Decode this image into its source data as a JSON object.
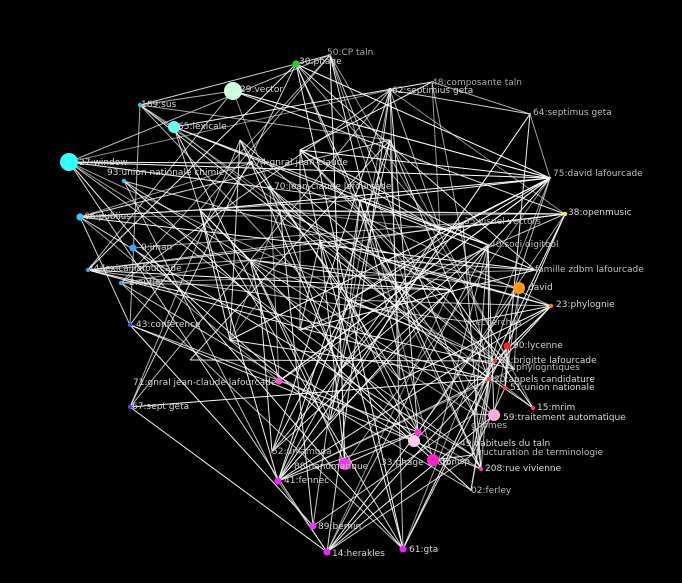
{
  "colors": {
    "background": "#000000",
    "edge": "#ffffff"
  },
  "nodes": [
    {
      "id": "n50",
      "label": "50:CP taln",
      "color": "#9a9a9a",
      "size": 0
    },
    {
      "id": "n30",
      "label": "30:phage",
      "color": "#22cc33",
      "size": 2
    },
    {
      "id": "n48",
      "label": "48:composante taln",
      "color": "#888888",
      "size": 0
    },
    {
      "id": "n62",
      "label": "62:septimius geta",
      "color": "#dddddd",
      "size": 1
    },
    {
      "id": "n29",
      "label": "29:vector",
      "color": "#ccffdd",
      "size": 4
    },
    {
      "id": "n169",
      "label": "169:sus",
      "color": "#33cccc",
      "size": 1
    },
    {
      "id": "n64",
      "label": "64:septimus geta",
      "color": "#bbbbbb",
      "size": 0
    },
    {
      "id": "n65",
      "label": "65:lexicale",
      "color": "#66ffee",
      "size": 3
    },
    {
      "id": "n27",
      "label": "27:window",
      "color": "#33ffff",
      "size": 4
    },
    {
      "id": "n93",
      "label": "93:union nationale chimie",
      "color": "#33ccff",
      "size": 1
    },
    {
      "id": "n74",
      "label": "74:gnral jean-claude",
      "color": "#bbffdd",
      "size": 1
    },
    {
      "id": "n75",
      "label": "75:david lafourcade",
      "color": "#cccccc",
      "size": 0
    },
    {
      "id": "n70",
      "label": "70:jean-claude lafourcade",
      "color": "#aaffcc",
      "size": 1
    },
    {
      "id": "n66",
      "label": "66:publius",
      "color": "#33ccff",
      "size": 2
    },
    {
      "id": "n35",
      "label": "35:visuel vectors",
      "color": "#cccccc",
      "size": 0
    },
    {
      "id": "n38",
      "label": "38:openmusic",
      "color": "#ffff33",
      "size": 1
    },
    {
      "id": "n40",
      "label": "40:soci digitool",
      "color": "#cccccc",
      "size": 0
    },
    {
      "id": "n0",
      "label": "0:iman",
      "color": "#33aaff",
      "size": 2
    },
    {
      "id": "n2",
      "label": "2:outlet",
      "color": "#33aaff",
      "size": 1
    },
    {
      "id": "n44",
      "label": "44:lexical lafourcade",
      "color": "#3399ff",
      "size": 1
    },
    {
      "id": "nfam",
      "label": "famille zdbm lafourcade",
      "color": "#aaaaaa",
      "size": 0
    },
    {
      "id": "ndav",
      "label": "david",
      "color": "#ff9911",
      "size": 3
    },
    {
      "id": "n23",
      "label": "23:phylognie",
      "color": "#ff7711",
      "size": 1
    },
    {
      "id": "n43",
      "label": "43:conference",
      "color": "#3355ff",
      "size": 1
    },
    {
      "id": "nrec",
      "label": "recherches",
      "color": "#bbbbbb",
      "size": 0
    },
    {
      "id": "n90",
      "label": "90:lycenne",
      "color": "#ff2222",
      "size": 2
    },
    {
      "id": "n34",
      "label": "34:brigitte lafourcade",
      "color": "#ff3333",
      "size": 1
    },
    {
      "id": "nphy",
      "label": "phylogntiques",
      "color": "#bbbbbb",
      "size": 0
    },
    {
      "id": "n20",
      "label": "20:appels candidature",
      "color": "#ff4444",
      "size": 1
    },
    {
      "id": "n71",
      "label": "71:gnral jean-claude lafourcade",
      "color": "#ff55cc",
      "size": 2
    },
    {
      "id": "n51",
      "label": "51:union nationale",
      "color": "#ff3355",
      "size": 1
    },
    {
      "id": "n67",
      "label": "67:sept geta",
      "color": "#6633ff",
      "size": 1
    },
    {
      "id": "n15",
      "label": "15:mrim",
      "color": "#ff3377",
      "size": 1
    },
    {
      "id": "n59",
      "label": "59:traitement automatique",
      "color": "#ffaadd",
      "size": 3
    },
    {
      "id": "ngno",
      "label": "gnomes",
      "color": "#dddddd",
      "size": 0
    },
    {
      "id": "n49",
      "label": "49:habituels du taln",
      "color": "#ffccee",
      "size": 3
    },
    {
      "id": "nstr",
      "label": "structuration de terminologie",
      "color": "#dddddd",
      "size": 0
    },
    {
      "id": "n52",
      "label": "52:unlambda",
      "color": "#ff33cc",
      "size": 0
    },
    {
      "id": "n33",
      "label": "33:phage vector",
      "color": "#ff33dd",
      "size": 2
    },
    {
      "id": "n36",
      "label": "36:lisp",
      "color": "#ff22cc",
      "size": 3
    },
    {
      "id": "n88",
      "label": "88:nanomatique",
      "color": "#ff33ee",
      "size": 3
    },
    {
      "id": "n208",
      "label": "208:rue vivienne",
      "color": "#ff33aa",
      "size": 1
    },
    {
      "id": "n41",
      "label": "41:fennec",
      "color": "#ee22ff",
      "size": 2
    },
    {
      "id": "n02",
      "label": "02:ferley",
      "color": "#cccccc",
      "size": 0
    },
    {
      "id": "n89",
      "label": "89:bernin",
      "color": "#ee33ff",
      "size": 2
    },
    {
      "id": "n14",
      "label": "14:herakles",
      "color": "#ee22ff",
      "size": 2
    },
    {
      "id": "n61",
      "label": "61:gta",
      "color": "#ee22ff",
      "size": 2
    }
  ]
}
